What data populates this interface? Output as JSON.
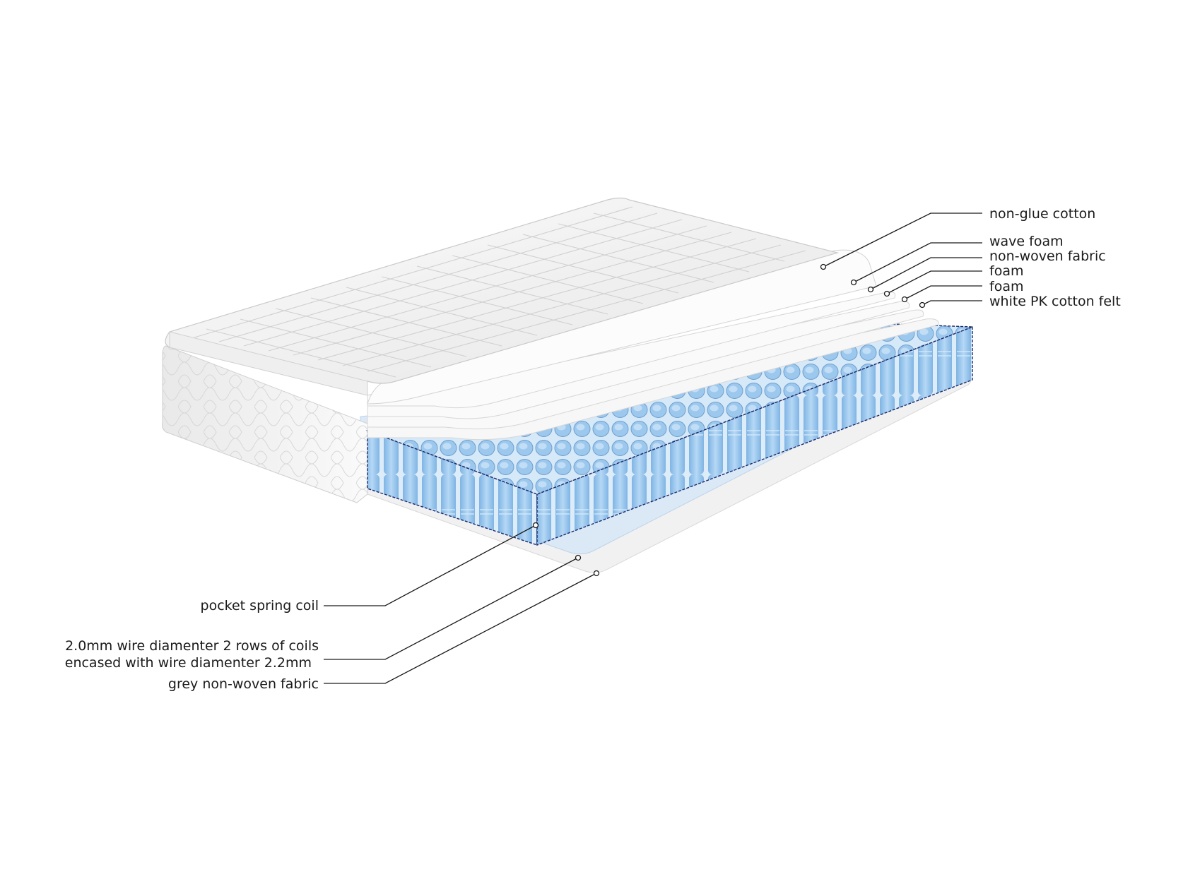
{
  "labels": {
    "non_glue_cotton": "non-glue cotton",
    "wave_foam": "wave foam",
    "non_woven_fabric": "non-woven fabric",
    "foam_1": "foam",
    "foam_2": "foam",
    "white_pk_cotton_felt": "white PK cotton felt",
    "pocket_spring_coil": "pocket spring coil",
    "wire_line_1": "2.0mm wire diamenter 2 rows of coils",
    "wire_line_2": "encased with wire diamenter 2.2mm",
    "grey_non_woven_fabric": "grey non-woven fabric"
  },
  "colors": {
    "spring_blue": "#9cc8ee",
    "spring_dark": "#1a2a6c",
    "fabric_white": "#f4f4f4",
    "bottom_blue": "#dceaf6"
  }
}
